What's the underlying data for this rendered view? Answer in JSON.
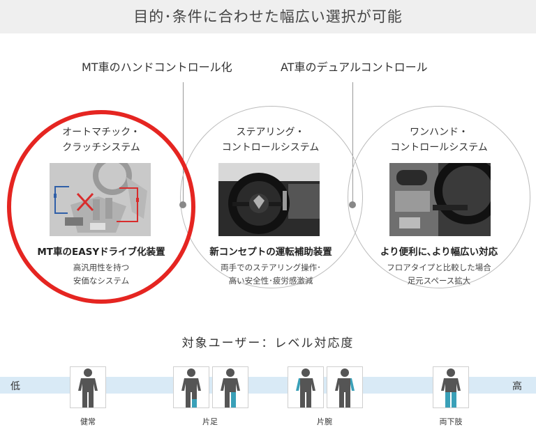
{
  "header": {
    "title": "目的･条件に合わせた幅広い選択が可能"
  },
  "top_labels": {
    "mt": "MT車のハンドコントロール化",
    "at": "AT車のデュアルコントロール"
  },
  "systems": [
    {
      "title_line1": "オートマチック・",
      "title_line2": "クラッチシステム",
      "caption": "MT車のEASYドライブ化装置",
      "desc_line1": "高汎用性を持つ",
      "desc_line2": "安価なシステム"
    },
    {
      "title_line1": "ステアリング・",
      "title_line2": "コントロールシステム",
      "caption": "新コンセプトの運転補助装置",
      "desc_line1": "両手でのステアリング操作･",
      "desc_line2": "高い安全性･疲労感激減"
    },
    {
      "title_line1": "ワンハンド・",
      "title_line2": "コントロールシステム",
      "caption": "より便利に､より幅広い対応",
      "desc_line1": "フロアタイプと比較した場合",
      "desc_line2": "足元スペース拡大"
    }
  ],
  "users": {
    "title": "対象ユーザー：レベル対応度",
    "low": "低",
    "high": "高",
    "levels": [
      "健常",
      "片足",
      "片腕",
      "両下肢"
    ]
  },
  "colors": {
    "highlight": "#e52521",
    "impaired_limb": "#3aa0b8",
    "figure": "#555555",
    "band": "#d9eaf6"
  }
}
